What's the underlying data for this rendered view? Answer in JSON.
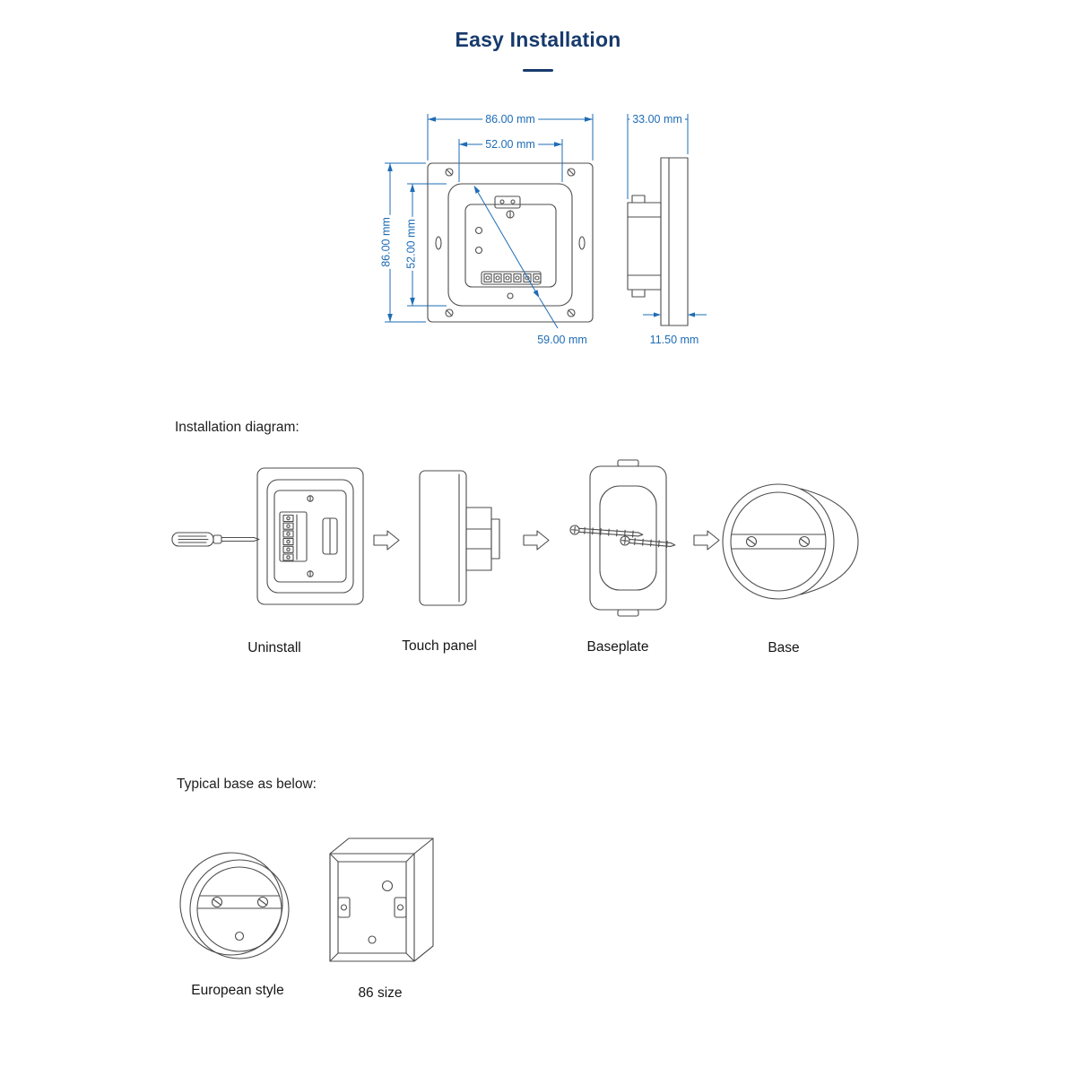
{
  "page": {
    "title": "Easy Installation"
  },
  "dimension_drawing": {
    "front_width": "86.00 mm",
    "front_inner_width": "52.00 mm",
    "front_height": "86.00 mm",
    "front_inner_height": "52.00 mm",
    "mounting_diagonal": "59.00 mm",
    "side_width": "33.00 mm",
    "side_depth": "11.50 mm"
  },
  "installation": {
    "heading": "Installation diagram:",
    "steps": [
      {
        "label": "Uninstall"
      },
      {
        "label": "Touch panel"
      },
      {
        "label": "Baseplate"
      },
      {
        "label": "Base"
      }
    ]
  },
  "typical_base": {
    "heading": "Typical base as below:",
    "items": [
      {
        "label": "European style"
      },
      {
        "label": "86 size"
      }
    ]
  },
  "icons": {
    "step_arrow": "right-block-arrow"
  },
  "colors": {
    "title": "#173a6d",
    "dimension": "#1e6cb5",
    "line_art": "#4d4d4d"
  }
}
